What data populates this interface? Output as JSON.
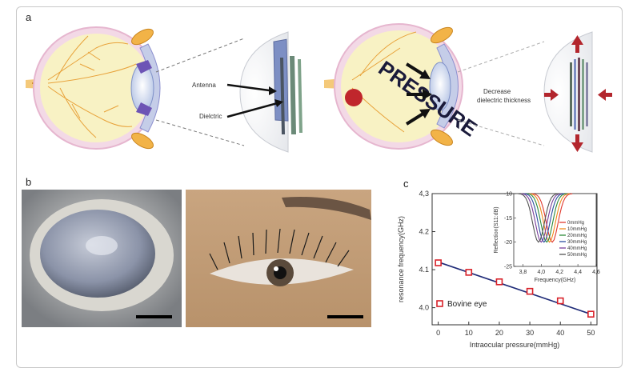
{
  "panels": {
    "a": "a",
    "b": "b",
    "c": "c"
  },
  "diagram": {
    "antenna_label": "Antenna",
    "dielectric_label": "Dielctric",
    "pressure_word": "PRESSURE",
    "decrease_line1": "Decrease",
    "decrease_line2": "dielectric thickness"
  },
  "chart_data": {
    "type": "scatter",
    "xlabel": "Intraocular pressure(mmHg)",
    "ylabel": "resonance frequency(GHz)",
    "xlim": [
      0,
      50
    ],
    "ylim": [
      3.95,
      4.3
    ],
    "x_ticks": [
      "0",
      "10",
      "20",
      "30",
      "40",
      "50"
    ],
    "y_ticks": [
      "4.0",
      "4.1",
      "4.2",
      "4,3"
    ],
    "series": [
      {
        "name": "Bovine eye",
        "x": [
          0,
          10,
          20,
          30,
          40,
          50
        ],
        "y": [
          4.118,
          4.093,
          4.068,
          4.043,
          4.018,
          3.983
        ]
      }
    ],
    "fit_line": {
      "x": [
        0,
        50
      ],
      "y": [
        4.12,
        3.983
      ]
    },
    "legend_position": "bottom-left",
    "inset": {
      "type": "line",
      "xlabel": "Frequency(GHz)",
      "ylabel": "Reflection(S11:dB)",
      "xlim": [
        3.7,
        4.6
      ],
      "ylim": [
        -25,
        -10
      ],
      "x_ticks": [
        "3,8",
        "4,0",
        "4,2",
        "4,4",
        "4,6"
      ],
      "y_ticks": [
        "-10",
        "-15",
        "-20",
        "-25"
      ],
      "series": [
        {
          "name": "0mmHg",
          "color": "#e03a2f",
          "min_freq": 4.12
        },
        {
          "name": "10mmHg",
          "color": "#f08a1c",
          "min_freq": 4.09
        },
        {
          "name": "20mmHg",
          "color": "#2e8b3a",
          "min_freq": 4.06
        },
        {
          "name": "30mmHg",
          "color": "#2c4fa0",
          "min_freq": 4.03
        },
        {
          "name": "40mmHg",
          "color": "#7a3f9a",
          "min_freq": 4.0
        },
        {
          "name": "50mmHg",
          "color": "#555555",
          "min_freq": 3.97
        }
      ]
    }
  }
}
